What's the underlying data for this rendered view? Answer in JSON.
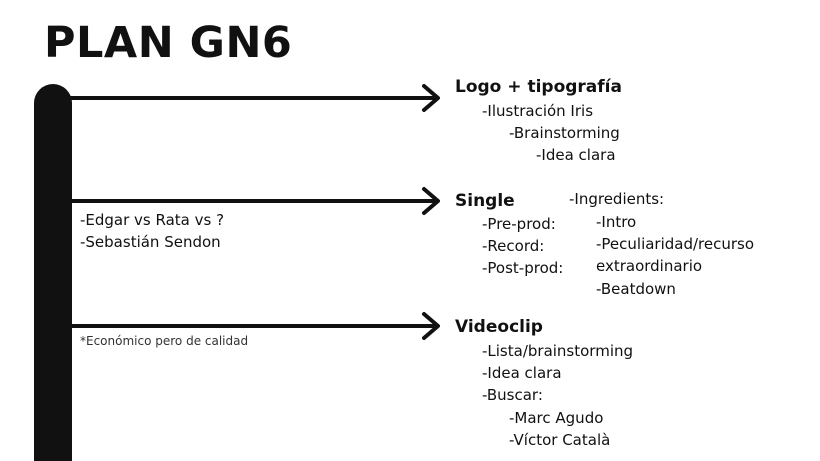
{
  "title": "PLAN GN6",
  "colors": {
    "ink": "#111111",
    "background": "#ffffff"
  },
  "branches": [
    {
      "heading": "Logo + tipografía",
      "items": [
        "-Ilustración Iris",
        "-Brainstorming",
        "-Idea clara"
      ]
    },
    {
      "heading": "Single",
      "side_notes": [
        "-Edgar vs Rata vs ?",
        "-Sebastián Sendon"
      ],
      "items": [
        "-Pre-prod:",
        "-Record:",
        "-Post-prod:"
      ],
      "ingredients": {
        "label": "-Ingredients:",
        "items": [
          "-Intro",
          "-Peculiaridad/recurso",
          "extraordinario",
          "-Beatdown"
        ]
      }
    },
    {
      "heading": "Videoclip",
      "side_note": "*Económico pero de calidad",
      "items": [
        "-Lista/brainstorming",
        "-Idea clara",
        "-Buscar:"
      ],
      "subitems": [
        "-Marc Agudo",
        "-Víctor Català"
      ]
    }
  ]
}
